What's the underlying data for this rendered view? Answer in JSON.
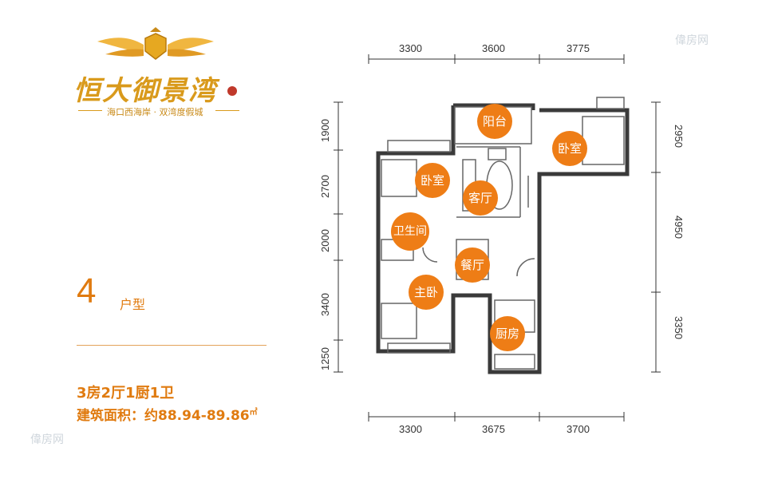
{
  "brand": {
    "name": "恒大御景湾",
    "subtitle": "海口西海岸 · 双湾度假城"
  },
  "unit": {
    "number": "4",
    "label": "户型",
    "layout": "3房2厅1厨1卫",
    "area_label": "建筑面积：约88.94-89.86",
    "area_unit": "㎡"
  },
  "watermark": {
    "text": "偉房网"
  },
  "dimensions": {
    "top": [
      "3300",
      "3600",
      "3775"
    ],
    "bottom": [
      "3300",
      "3675",
      "3700"
    ],
    "left": [
      "1900",
      "2700",
      "2000",
      "3400",
      "1250"
    ],
    "right": [
      "2950",
      "4950",
      "3350"
    ]
  },
  "rooms": {
    "balcony": "阳台",
    "bedroom_ne": "卧室",
    "bedroom_w": "卧室",
    "living": "客厅",
    "bathroom": "卫生间",
    "dining": "餐厅",
    "master": "主卧",
    "kitchen": "厨房"
  },
  "colors": {
    "accent": "#ee7d16",
    "brand_gold": "#d99a1c"
  }
}
